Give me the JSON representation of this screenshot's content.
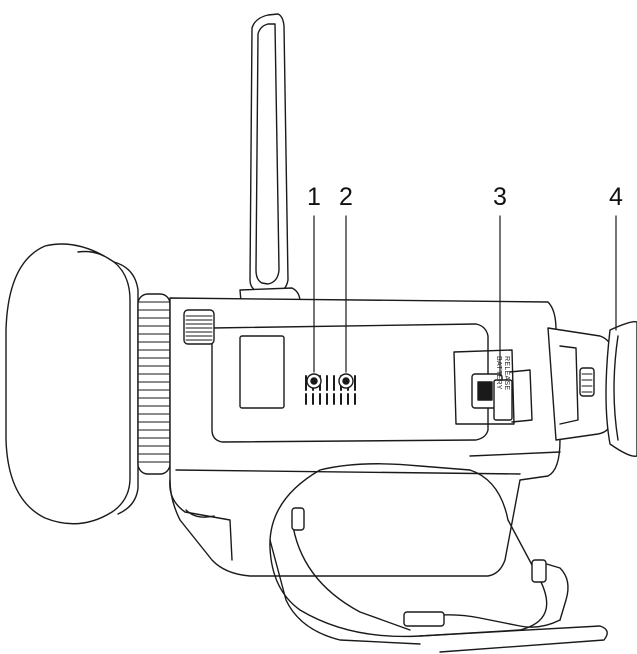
{
  "callouts": [
    {
      "number": "1"
    },
    {
      "number": "2"
    },
    {
      "number": "3"
    },
    {
      "number": "4"
    }
  ],
  "printed_labels": {
    "battery_release_line1": "BATTERY",
    "battery_release_line2": "RELEASE"
  },
  "colors": {
    "stroke": "#1a1a1a",
    "fill": "#ffffff",
    "background": "#ffffff"
  }
}
